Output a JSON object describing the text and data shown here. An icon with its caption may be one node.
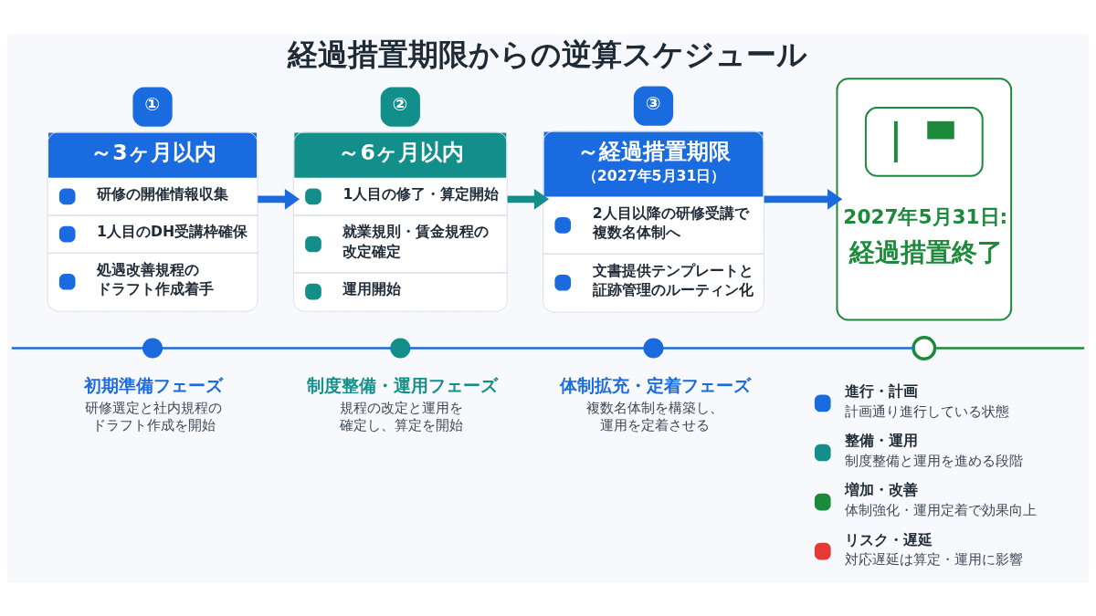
{
  "diagram": {
    "title": "経過措置期限からの逆算スケジュール",
    "nodes": [
      {
        "text": [
          "①",
          "～3ヶ月以内",
          "研修の開催情報収集",
          "1人目のDH受講枠確保",
          "処遇改善規程のドラフト作成着手"
        ]
      },
      {
        "text": [
          "②",
          "～6ヶ月以内",
          "1人目の修了・算定開始",
          "就業規則・賃金規程の改定確定",
          "運用開始"
        ]
      },
      {
        "text": [
          "③",
          "～経過措置期限",
          "（2027年5月31日）",
          "2人目以降の研修受講で複数名体制へ",
          "文書提供テンプレートと証跡管理のルーティン化"
        ]
      },
      {
        "text": [
          "2027年5月31日:",
          "経過措置終了"
        ]
      },
      {
        "text": [],
        "shape": "circle",
        "beside": [
          "初期準備フェーズ",
          "研修選定と社内規程のドラフト作成を開始"
        ]
      },
      {
        "text": [],
        "shape": "circle",
        "beside": [
          "制度整備・運用フェーズ",
          "規程の改定と運用を確定し、算定を開始"
        ]
      },
      {
        "text": [],
        "shape": "circle",
        "beside": [
          "体制拡充・定着フェーズ",
          "複数名体制を構築し、運用を定着させる"
        ]
      },
      {
        "text": [],
        "shape": "circle"
      }
    ],
    "edges": [
      {
        "from": 0,
        "to": 1,
        "arrow": "to",
        "style": "thick"
      },
      {
        "from": 1,
        "to": 2,
        "arrow": "to",
        "style": "thick",
        "color": "#128f8a"
      },
      {
        "from": 2,
        "to": 3,
        "arrow": "to",
        "style": "thick"
      },
      {
        "from": null,
        "to": 4,
        "arrow": "none"
      },
      {
        "from": 4,
        "to": 5,
        "arrow": "none"
      },
      {
        "from": 5,
        "to": 6,
        "arrow": "none"
      },
      {
        "from": 6,
        "to": 7,
        "arrow": "none"
      },
      {
        "from": 7,
        "to": null,
        "arrow": "none",
        "color": "#1b8a3a"
      }
    ],
    "labels": [
      "計画通り進行している状態",
      "制度整備と運用を進める段階",
      "体制強化・運用定着で効果向上",
      "対応遅延は算定・運用に影響"
    ],
    "legend": [
      {
        "text": "進行・計画",
        "color": "#1a6be0"
      },
      {
        "text": "整備・運用",
        "color": "#128f8a"
      },
      {
        "text": "増加・改善",
        "color": "#1b8a3a"
      },
      {
        "text": "リスク・遅延",
        "color": "#e53935"
      }
    ]
  }
}
